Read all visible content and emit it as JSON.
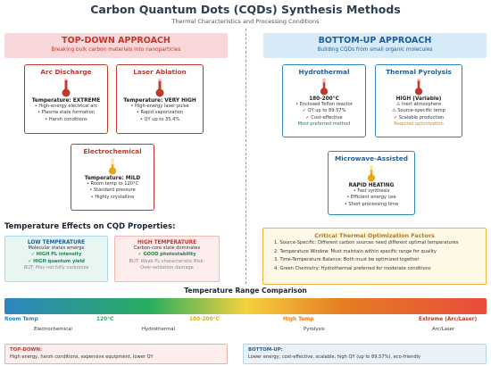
{
  "header": {
    "title": "Carbon Quantum Dots (CQDs) Synthesis Methods",
    "subtitle": "Thermal Characteristics and Processing Conditions"
  },
  "top_down": {
    "title": "TOP-DOWN APPROACH",
    "subtitle": "Breaking bulk carbon materials into nanoparticles",
    "methods": [
      {
        "name": "Arc Discharge",
        "temperature": "Temperature: EXTREME",
        "points": [
          "• High-energy electrical arc",
          "• Plasma state formation",
          "• Harsh conditions"
        ]
      },
      {
        "name": "Laser Ablation",
        "temperature": "Temperature: VERY HIGH",
        "points": [
          "• High-energy laser pulse",
          "• Rapid vaporization",
          "• QY up to 35.4%"
        ]
      },
      {
        "name": "Electrochemical",
        "temperature": "Temperature: MILD",
        "points": [
          "• Room temp to 120°C",
          "• Standard pressure",
          "• Highly crystalline"
        ]
      }
    ]
  },
  "bottom_up": {
    "title": "BOTTOM-UP APPROACH",
    "subtitle": "Building CQDs from small organic molecules",
    "methods": [
      {
        "name": "Hydrothermal",
        "temperature": "180-200°C",
        "points": [
          "• Enclosed Teflon reactor",
          "✓ QY up to 89.57%",
          "✓ Cost-effective"
        ],
        "note": "Most preferred method"
      },
      {
        "name": "Thermal Pyrolysis",
        "temperature": "HIGH (Variable)",
        "points": [
          "⚠ Inert atmosphere",
          "⚠ Source-specific temp",
          "✓ Scalable production"
        ],
        "note": "Requires optimization"
      },
      {
        "name": "Microwave-Assisted",
        "temperature": "RAPID HEATING",
        "points": [
          "• Fast synthesis",
          "• Efficient energy use",
          "• Short processing time"
        ]
      }
    ]
  },
  "temperature_effects": {
    "heading": "Temperature Effects on CQD Properties:",
    "low": {
      "title": "LOW TEMPERATURE",
      "line1": "Molecular states emerge",
      "line2": "✓ HIGH PL intensity",
      "line3": "✓ HIGH quantum yield",
      "line4": "BUT: May not fully carbonize"
    },
    "high": {
      "title": "HIGH TEMPERATURE",
      "line1": "Carbon-core state dominates",
      "line2": "✓ GOOD photostability",
      "line3": "BUT: Weak PL characteristic Risk:",
      "line4": "Over-oxidation damage"
    }
  },
  "factors": {
    "title": "Critical Thermal Optimization Factors",
    "items": [
      "1. Source-Specific: Different carbon sources need different optimal temperatures",
      "2. Temperature Window: Must maintain within specific range for quality",
      "3. Time-Temperature Balance: Both must be optimized together",
      "4. Green Chemistry: Hydrothermal preferred for moderate conditions"
    ]
  },
  "range": {
    "title": "Temperature Range Comparison",
    "ticks": [
      "Room Temp",
      "120°C",
      "180-200°C",
      "High Temp",
      "Extreme (Arc/Laser)"
    ],
    "methods": [
      "Electrochemical",
      "Hydrothermal",
      "Pyrolysis",
      "Arc/Laser"
    ]
  },
  "footer": {
    "top_down_label": "TOP-DOWN:",
    "top_down_text": "High energy, harsh conditions, expensive equipment, lower QY",
    "bottom_up_label": "BOTTOM-UP:",
    "bottom_up_text": "Lower energy, cost-effective, scalable, high QY (up to 89.57%), eco-friendly"
  },
  "colors": {
    "top_down": "#c0392b",
    "bottom_up": "#1f5f99",
    "tick_colors": [
      "#2e86c1",
      "#27ae60",
      "#d4ac0d",
      "#e67e22",
      "#c0392b"
    ]
  },
  "icons": {
    "thermometer": "thermometer-icon"
  }
}
